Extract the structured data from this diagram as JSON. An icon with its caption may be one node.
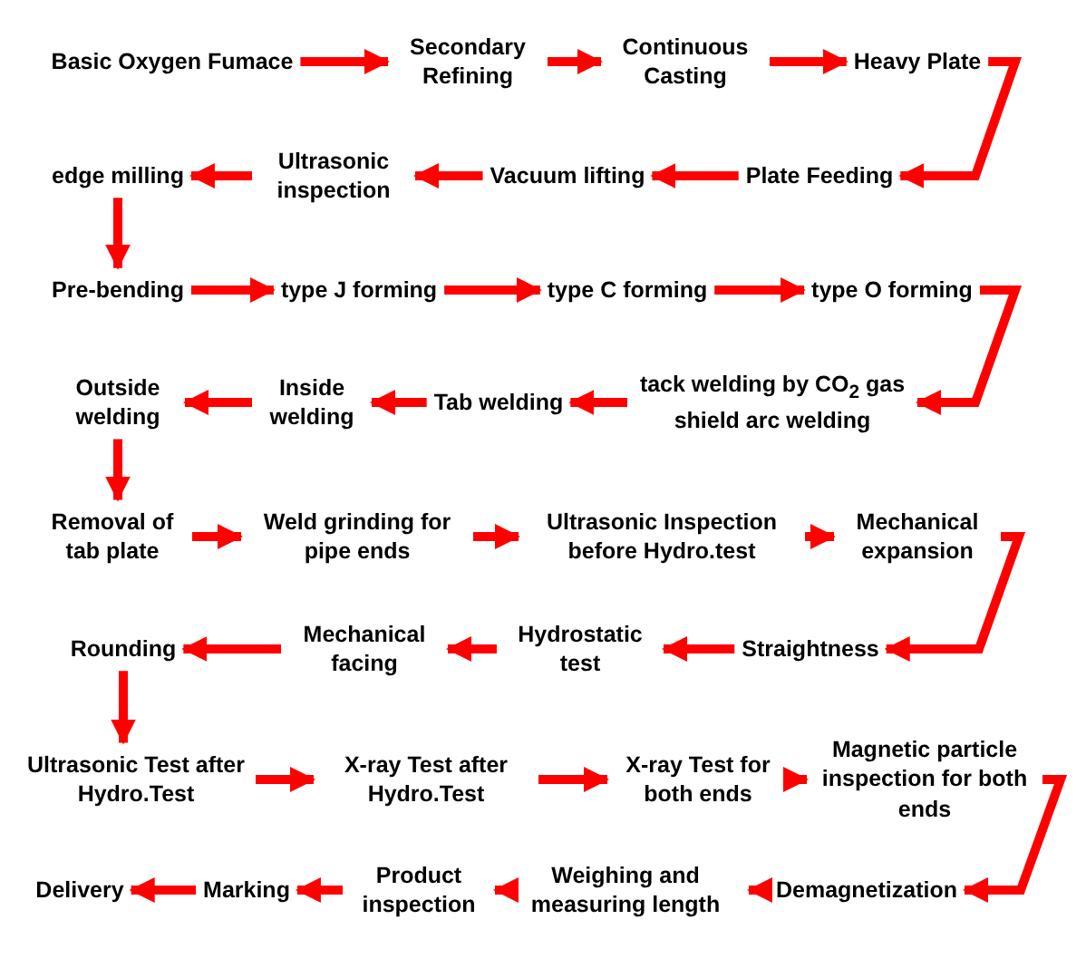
{
  "diagram": {
    "nodes": [
      {
        "text": [
          "Basic Oxygen Fumace"
        ]
      },
      {
        "text": [
          "Secondary Refining"
        ]
      },
      {
        "text": [
          "Continuous Casting"
        ]
      },
      {
        "text": [
          "Heavy Plate"
        ]
      },
      {
        "text": [
          "Plate Feeding"
        ]
      },
      {
        "text": [
          "Vacuum lifting"
        ]
      },
      {
        "text": [
          "Ultrasonic inspection"
        ]
      },
      {
        "text": [
          "edge milling"
        ]
      },
      {
        "text": [
          "Pre-bending"
        ]
      },
      {
        "text": [
          "type J forming"
        ]
      },
      {
        "text": [
          "type C forming"
        ]
      },
      {
        "text": [
          "type O forming"
        ]
      },
      {
        "text": [
          "tack welding by CO$_{2}$ gas shield arc welding"
        ]
      },
      {
        "text": [
          "Tab welding"
        ]
      },
      {
        "text": [
          "Inside welding"
        ]
      },
      {
        "text": [
          "Outside welding"
        ]
      },
      {
        "text": [
          "Removal of tab plate"
        ]
      },
      {
        "text": [
          "Weld grinding for pipe ends"
        ]
      },
      {
        "text": [
          "Ultrasonic Inspection before Hydro.test"
        ]
      },
      {
        "text": [
          "Mechanical expansion"
        ]
      },
      {
        "text": [
          "Straightness"
        ]
      },
      {
        "text": [
          "Hydrostatic test"
        ]
      },
      {
        "text": [
          "Mechanical facing"
        ]
      },
      {
        "text": [
          "Rounding"
        ]
      },
      {
        "text": [
          "Ultrasonic Test after Hydro.Test"
        ]
      },
      {
        "text": [
          "X-ray Test after Hydro.Test"
        ]
      },
      {
        "text": [
          "X-ray Test for both ends"
        ]
      },
      {
        "text": [
          "Magnetic particle inspection for both ends"
        ]
      },
      {
        "text": [
          "Demagnetization"
        ]
      },
      {
        "text": [
          "Weighing and measuring length"
        ]
      },
      {
        "text": [
          "Product inspection"
        ]
      },
      {
        "text": [
          "Marking"
        ]
      },
      {
        "text": [
          "Delivery"
        ]
      }
    ],
    "edges": [
      {
        "from": 0,
        "to": 1,
        "arrow": "to"
      },
      {
        "from": 1,
        "to": 2,
        "arrow": "to"
      },
      {
        "from": 2,
        "to": 3,
        "arrow": "to"
      },
      {
        "from": 3,
        "to": 4,
        "arrow": "to"
      },
      {
        "from": 4,
        "to": 5,
        "arrow": "to"
      },
      {
        "from": 5,
        "to": 6,
        "arrow": "to"
      },
      {
        "from": 6,
        "to": 7,
        "arrow": "to"
      },
      {
        "from": 7,
        "to": 8,
        "arrow": "to"
      },
      {
        "from": 8,
        "to": 9,
        "arrow": "to"
      },
      {
        "from": 9,
        "to": 10,
        "arrow": "to"
      },
      {
        "from": 10,
        "to": 11,
        "arrow": "to"
      },
      {
        "from": 11,
        "to": 12,
        "arrow": "to"
      },
      {
        "from": 12,
        "to": 13,
        "arrow": "to"
      },
      {
        "from": 13,
        "to": 14,
        "arrow": "to"
      },
      {
        "from": 14,
        "to": 15,
        "arrow": "to"
      },
      {
        "from": 15,
        "to": 16,
        "arrow": "to"
      },
      {
        "from": 16,
        "to": 17,
        "arrow": "to"
      },
      {
        "from": 17,
        "to": 18,
        "arrow": "to"
      },
      {
        "from": 18,
        "to": 19,
        "arrow": "to"
      },
      {
        "from": 19,
        "to": 20,
        "arrow": "to"
      },
      {
        "from": 20,
        "to": 21,
        "arrow": "to"
      },
      {
        "from": 21,
        "to": 22,
        "arrow": "to"
      },
      {
        "from": 22,
        "to": 23,
        "arrow": "to"
      },
      {
        "from": 23,
        "to": 24,
        "arrow": "to"
      },
      {
        "from": 24,
        "to": 25,
        "arrow": "to"
      },
      {
        "from": 25,
        "to": 26,
        "arrow": "to"
      },
      {
        "from": 26,
        "to": 27,
        "arrow": "to"
      },
      {
        "from": 27,
        "to": 28,
        "arrow": "to"
      },
      {
        "from": 28,
        "to": 29,
        "arrow": "to"
      },
      {
        "from": 29,
        "to": 30,
        "arrow": "to"
      },
      {
        "from": 30,
        "to": 31,
        "arrow": "to"
      },
      {
        "from": 31,
        "to": 32,
        "arrow": "to"
      }
    ]
  }
}
